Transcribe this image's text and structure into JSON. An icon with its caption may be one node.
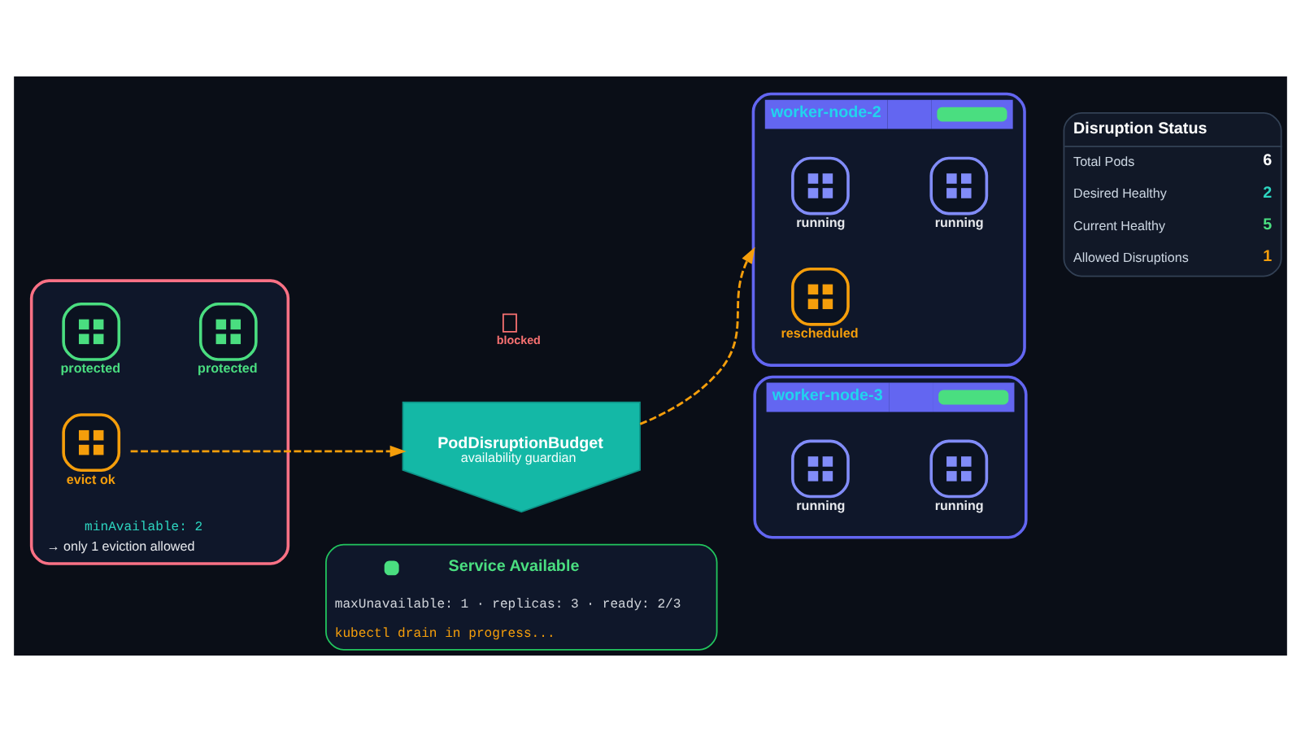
{
  "diagram": {
    "nodes": [
      {
        "text": [
          "minAvailable: 2",
          "→ only 1 eviction allowed"
        ]
      },
      {
        "text": [
          "protected"
        ],
        "in": 0
      },
      {
        "text": [
          "protected"
        ],
        "in": 0
      },
      {
        "text": [
          "evict ok"
        ],
        "in": 0
      },
      {
        "text": [
          "PodDisruptionBudget",
          "availability guardian"
        ]
      },
      {
        "text": [
          "worker-node-2"
        ]
      },
      {
        "text": [
          "running"
        ],
        "in": 5
      },
      {
        "text": [
          "running"
        ],
        "in": 5
      },
      {
        "text": [
          "rescheduled"
        ],
        "in": 5
      },
      {
        "text": [
          "worker-node-3"
        ]
      },
      {
        "text": [
          "running"
        ],
        "in": 9
      },
      {
        "text": [
          "running"
        ],
        "in": 9
      },
      {
        "text": [
          "Disruption Status",
          "Total Pods",
          "6",
          "Desired Healthy",
          "2",
          "Current Healthy",
          "5",
          "Allowed Disruptions",
          "1"
        ]
      },
      {
        "text": [
          "Service Available",
          "maxUnavailable: 1 · replicas: 3 · ready: 2/3",
          "kubectl drain in progress..."
        ]
      }
    ],
    "edges": [
      {
        "from": 3,
        "to": 4,
        "arrow": "to",
        "style": "dashed"
      },
      {
        "from": 4,
        "to": 5,
        "arrow": "to",
        "style": "dashed"
      }
    ],
    "labels": [
      "blocked"
    ]
  }
}
